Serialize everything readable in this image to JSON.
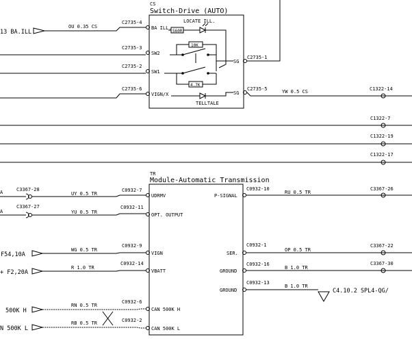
{
  "switch_drive": {
    "code": "CS",
    "title": "Switch-Drive (AUTO)",
    "pins": {
      "ba_ill": "BA ILL.",
      "sw2": "SW2",
      "sw1": "SW1",
      "vign": "VIGN/X",
      "sg1": "SG",
      "sg2": "SG"
    },
    "components": {
      "locate": "LOCATE ILL.",
      "telltale": "TELLTALE",
      "r1": "560R",
      "r2": "10K",
      "r3": "4.7K"
    },
    "connectors": {
      "c4": "C2735-4",
      "c3": "C2735-3",
      "c2": "C2735-2",
      "c6": "C2735-6",
      "c1": "C2735-1",
      "c5": "C2735-5"
    }
  },
  "top_wires": {
    "ba_label": "13 BA.ILL",
    "ou": "OU 0.35 CS",
    "yw": "YW 0.5 CS",
    "c1322_14": "C1322-14",
    "c1322_7": "C1322-7",
    "c1322_19": "C1322-19",
    "c1322_17": "C1322-17"
  },
  "module": {
    "code": "TR",
    "title": "Module-Automatic Transmission",
    "left_pins": [
      "UDRMV",
      "OPT. OUTPUT",
      "VIGN",
      "VBATT",
      "CAN 500K H",
      "CAN 500K L"
    ],
    "right_pins": [
      "P-SIGNAL",
      "SER.",
      "GROUND",
      "GROUND"
    ],
    "left_connectors": [
      "C0932-7",
      "C0932-11",
      "C0932-9",
      "C0932-14",
      "C0932-6",
      "C0932-2"
    ],
    "right_connectors": [
      "C0932-10",
      "C0932-1",
      "C0932-16",
      "C0932-13"
    ]
  },
  "bottom_wires": {
    "left_a1": "A",
    "left_a2": "A",
    "c3367_28": "C3367-28",
    "c3367_27": "C3367-27",
    "uy": "UY 0.5 TR",
    "yu": "YU 0.5 TR",
    "f54": "F54,10A",
    "f2": "+ F2,20A",
    "wg": "WG 0.5 TR",
    "r10": "R 1.0 TR",
    "can_h": "500K H",
    "can_l": "N 500K L",
    "rn": "RN 0.5 TR",
    "rb": "RB 0.5 TR",
    "ru": "RU 0.5 TR",
    "op": "OP 0.5 TR",
    "b1": "B 1.0 TR",
    "b2": "B 1.0 TR",
    "c3367_26": "C3367-26",
    "c3367_22": "C3367-22",
    "c3367_30": "C3367-30",
    "spl": "C4.10.2 SPL4-QG/"
  }
}
